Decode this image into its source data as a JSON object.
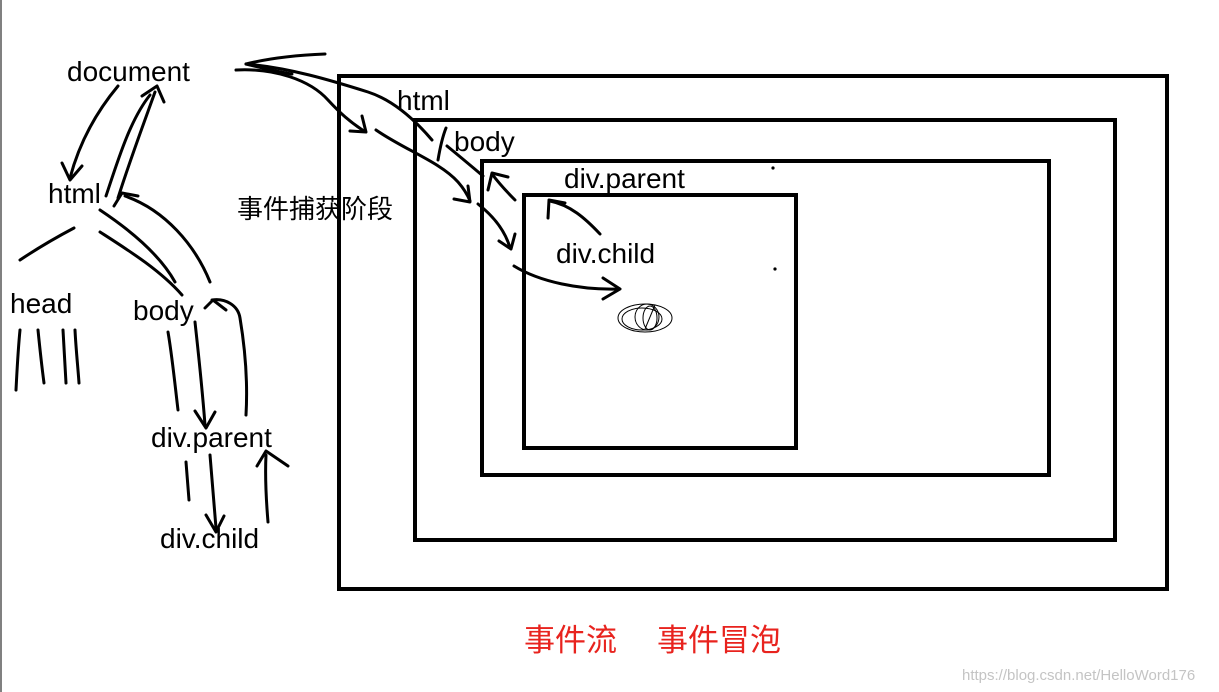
{
  "tree": {
    "document": "document",
    "html": "html",
    "head": "head",
    "body": "body",
    "div_parent": "div.parent",
    "div_child": "div.child"
  },
  "boxes": {
    "html": "html",
    "body": "body",
    "div_parent": "div.parent",
    "div_child": "div.child"
  },
  "capture_phase_label": "事件捕获阶段",
  "caption": {
    "event_flow": "事件流",
    "event_bubbling": "事件冒泡"
  },
  "watermark": "https://blog.csdn.net/HelloWord176",
  "colors": {
    "ink": "#000000",
    "caption_red": "#e8231e",
    "watermark_gray": "#c4c4c4"
  }
}
